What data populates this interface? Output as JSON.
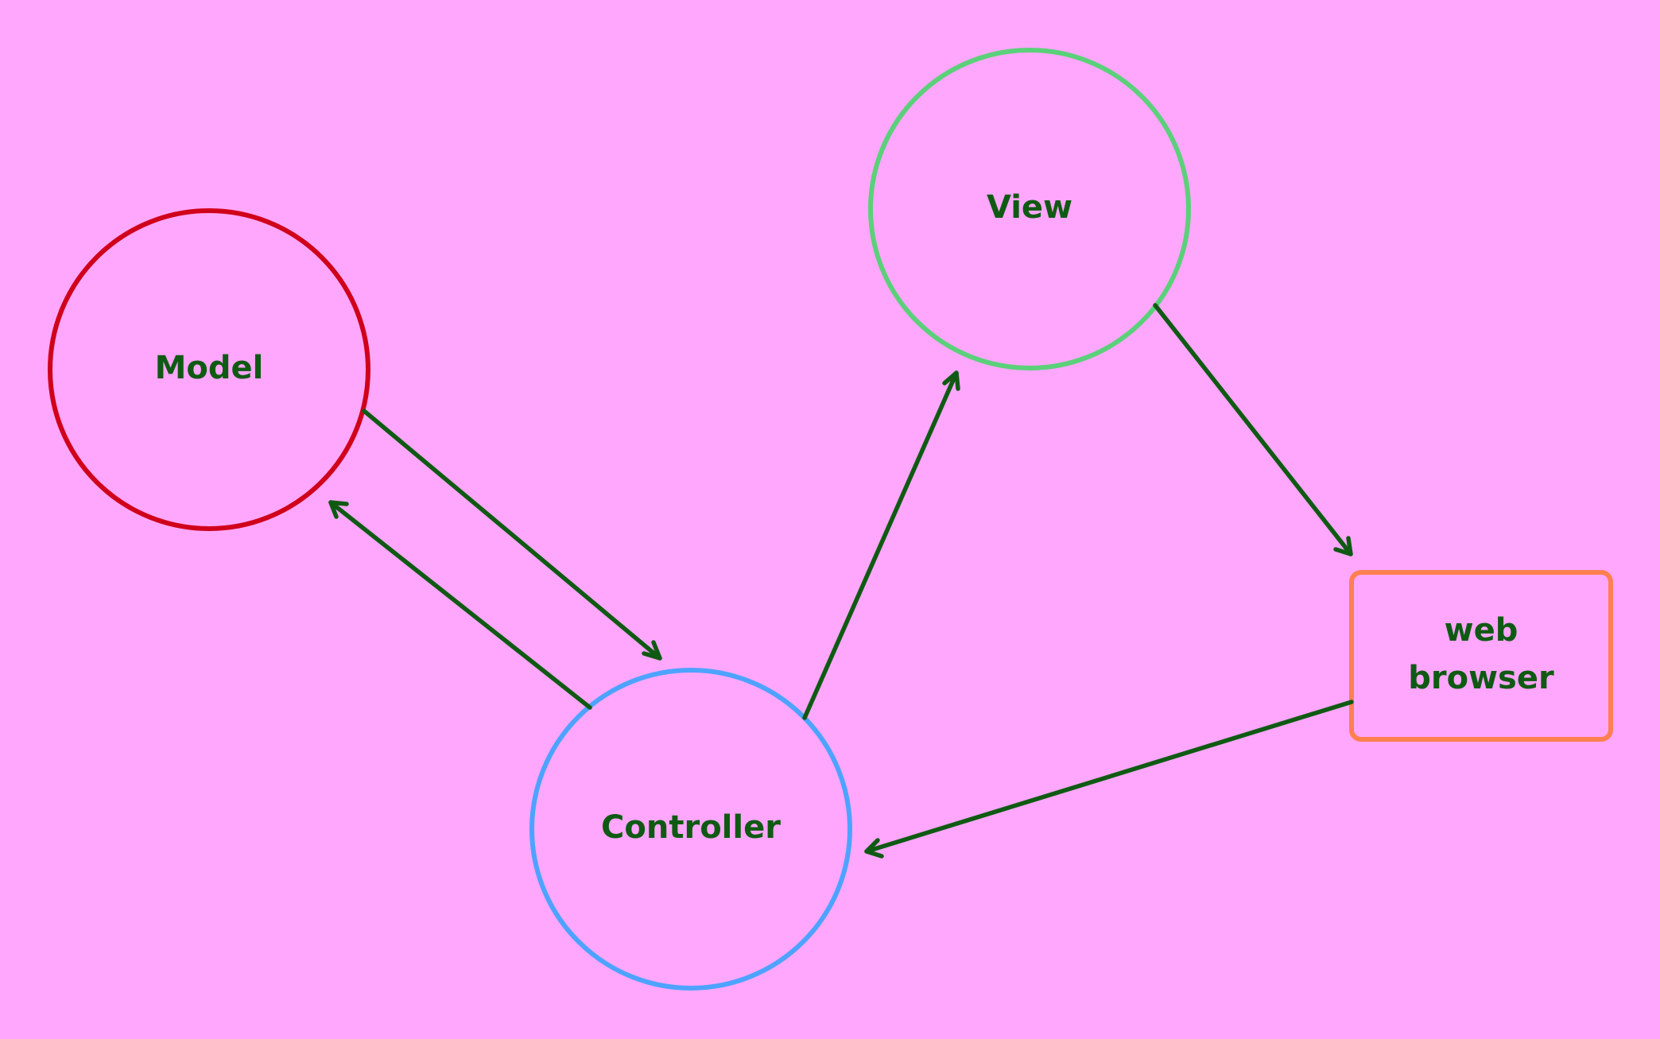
{
  "colors": {
    "background": "#ffa7fd",
    "text": "#0f5a13",
    "arrow": "#0f5a13",
    "model": "#d0021b",
    "view": "#5bd07a",
    "controller": "#4da3ff",
    "browser": "#ff7f50"
  },
  "nodes": {
    "model": {
      "label": "Model",
      "shape": "circle"
    },
    "view": {
      "label": "View",
      "shape": "circle"
    },
    "controller": {
      "label": "Controller",
      "shape": "circle"
    },
    "browser": {
      "label_line1": "web",
      "label_line2": "browser",
      "shape": "rounded-rectangle"
    }
  },
  "edges": [
    {
      "from": "model",
      "to": "controller"
    },
    {
      "from": "controller",
      "to": "model"
    },
    {
      "from": "controller",
      "to": "view"
    },
    {
      "from": "view",
      "to": "browser"
    },
    {
      "from": "browser",
      "to": "controller"
    }
  ]
}
